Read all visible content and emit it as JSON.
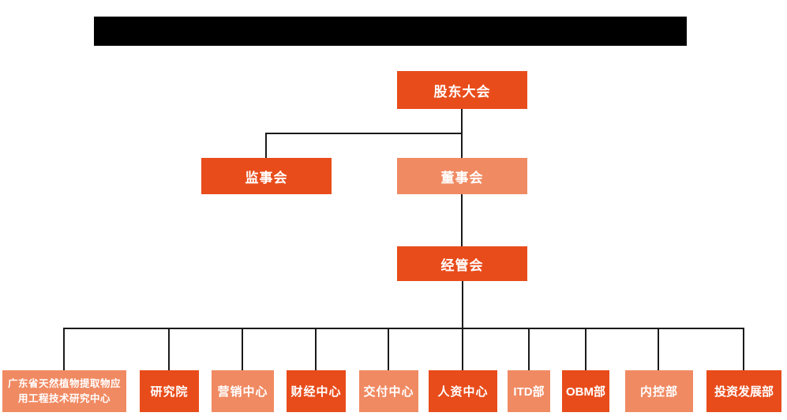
{
  "colors": {
    "primary": "#E84C1B",
    "secondary": "#F08A62",
    "line": "#1A1A1A",
    "redaction": "#000000",
    "text": "#FFFFFF",
    "background": "#FFFFFF"
  },
  "org_chart": {
    "type": "org-tree",
    "title_redacted": true,
    "root": {
      "label": "股东大会"
    },
    "level2": [
      {
        "label": "监事会",
        "variant": "primary"
      },
      {
        "label": "董事会",
        "variant": "secondary"
      }
    ],
    "level3": {
      "label": "经管会",
      "variant": "primary"
    },
    "departments": [
      {
        "label": "广东省天然植物提取物应用工程技术研究中心",
        "variant": "secondary"
      },
      {
        "label": "研究院",
        "variant": "primary"
      },
      {
        "label": "营销中心",
        "variant": "secondary"
      },
      {
        "label": "财经中心",
        "variant": "primary"
      },
      {
        "label": "交付中心",
        "variant": "secondary"
      },
      {
        "label": "人资中心",
        "variant": "primary"
      },
      {
        "label": "ITD部",
        "variant": "secondary"
      },
      {
        "label": "OBM部",
        "variant": "primary"
      },
      {
        "label": "内控部",
        "variant": "secondary"
      },
      {
        "label": "投资发展部",
        "variant": "primary"
      }
    ]
  }
}
